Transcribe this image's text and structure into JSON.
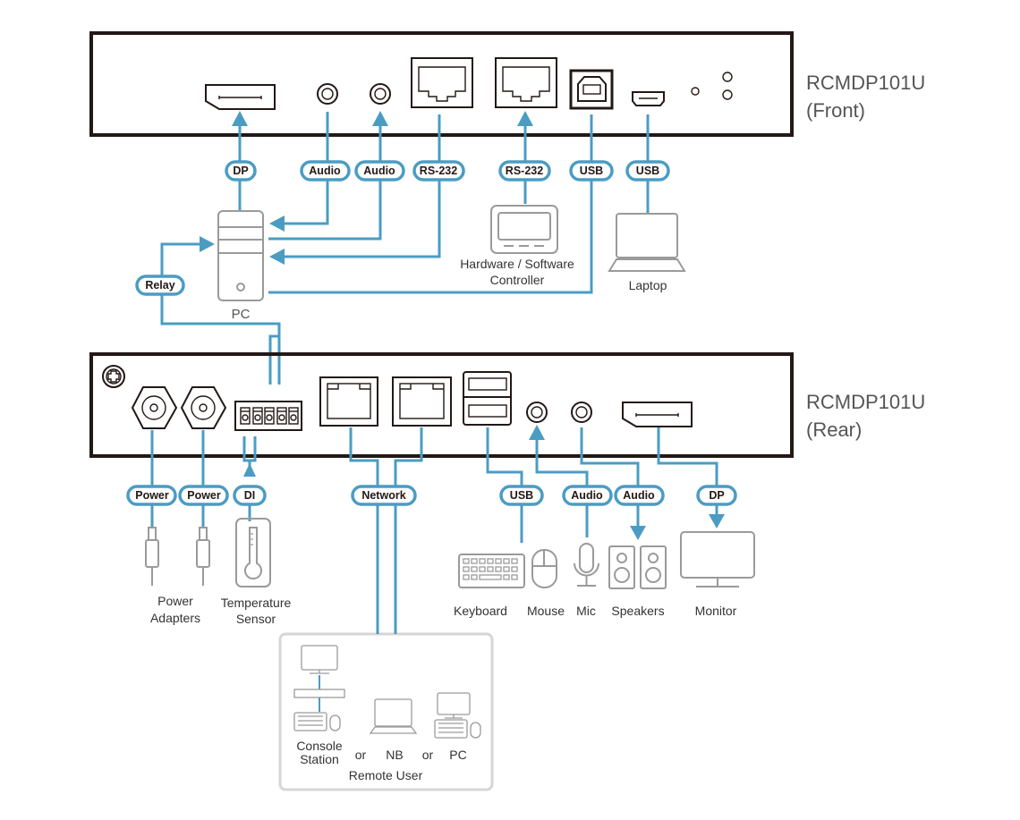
{
  "front_panel": {
    "model": "RCMDP101U",
    "side": "(Front)",
    "connections": {
      "dp": "DP",
      "audio_1": "Audio",
      "audio_2": "Audio",
      "rs232_1": "RS-232",
      "rs232_2": "RS-232",
      "usb_1": "USB",
      "usb_2": "USB",
      "relay": "Relay"
    },
    "devices": {
      "pc": "PC",
      "controller_line1": "Hardware / Software",
      "controller_line2": "Controller",
      "laptop": "Laptop"
    }
  },
  "rear_panel": {
    "model": "RCMDP101U",
    "side": "(Rear)",
    "connections": {
      "power_1": "Power",
      "power_2": "Power",
      "di": "DI",
      "network": "Network",
      "usb": "USB",
      "audio_1": "Audio",
      "audio_2": "Audio",
      "dp": "DP"
    },
    "devices": {
      "power_line1": "Power",
      "power_line2": "Adapters",
      "temp_line1": "Temperature",
      "temp_line2": "Sensor",
      "keyboard": "Keyboard",
      "mouse": "Mouse",
      "mic": "Mic",
      "speakers": "Speakers",
      "monitor": "Monitor"
    }
  },
  "remote_user": {
    "title": "Remote User",
    "console_line1": "Console",
    "console_line2": "Station",
    "or_1": "or",
    "nb": "NB",
    "or_2": "or",
    "pc": "PC"
  },
  "colors": {
    "wire": "#4b9cc3",
    "device_outline": "#231815",
    "icon_gray": "#9a9a9a"
  }
}
